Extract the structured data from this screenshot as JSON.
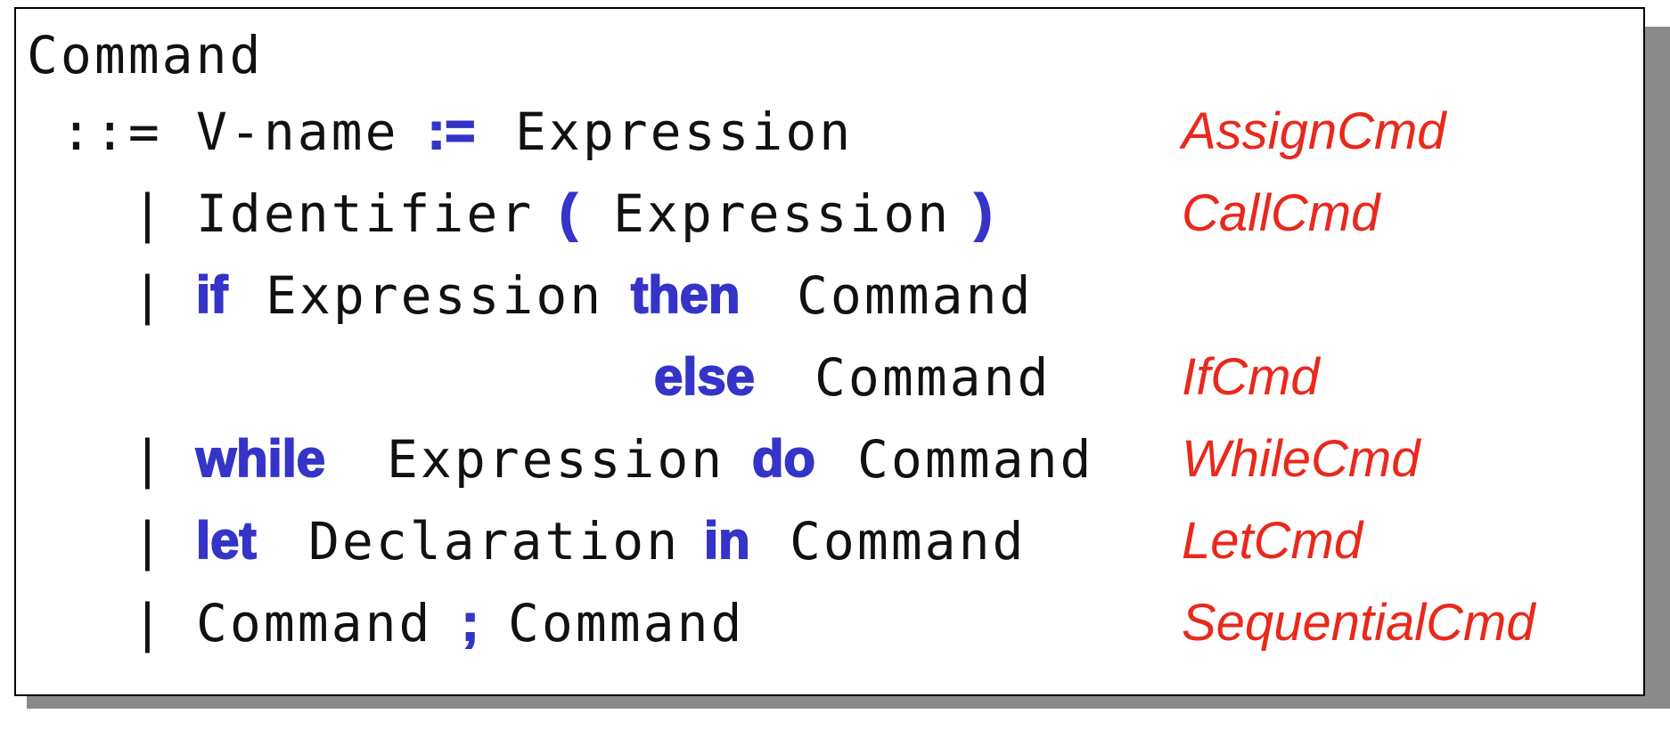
{
  "colors": {
    "keyword": "#3434c8",
    "label": "#e8291c",
    "text": "#111111",
    "shadow": "#8a8a8a"
  },
  "grammar": {
    "lhs": "Command",
    "define": "::=",
    "bar": "|",
    "productions": [
      {
        "v_name": "V-name",
        "assign": ":=",
        "expression": "Expression",
        "label": "AssignCmd"
      },
      {
        "identifier": "Identifier",
        "lparen": "(",
        "expression": "Expression",
        "rparen": ")",
        "label": "CallCmd"
      },
      {
        "kw_if": "if",
        "expression": "Expression",
        "kw_then": "then",
        "command": "Command"
      },
      {
        "kw_else": "else",
        "command": "Command",
        "label": "IfCmd"
      },
      {
        "kw_while": "while",
        "expression": "Expression",
        "kw_do": "do",
        "command": "Command",
        "label": "WhileCmd"
      },
      {
        "kw_let": "let",
        "declaration": "Declaration",
        "kw_in": "in",
        "command": "Command",
        "label": "LetCmd"
      },
      {
        "command1": "Command",
        "semicolon": ";",
        "command2": "Command",
        "label": "SequentialCmd"
      }
    ]
  }
}
